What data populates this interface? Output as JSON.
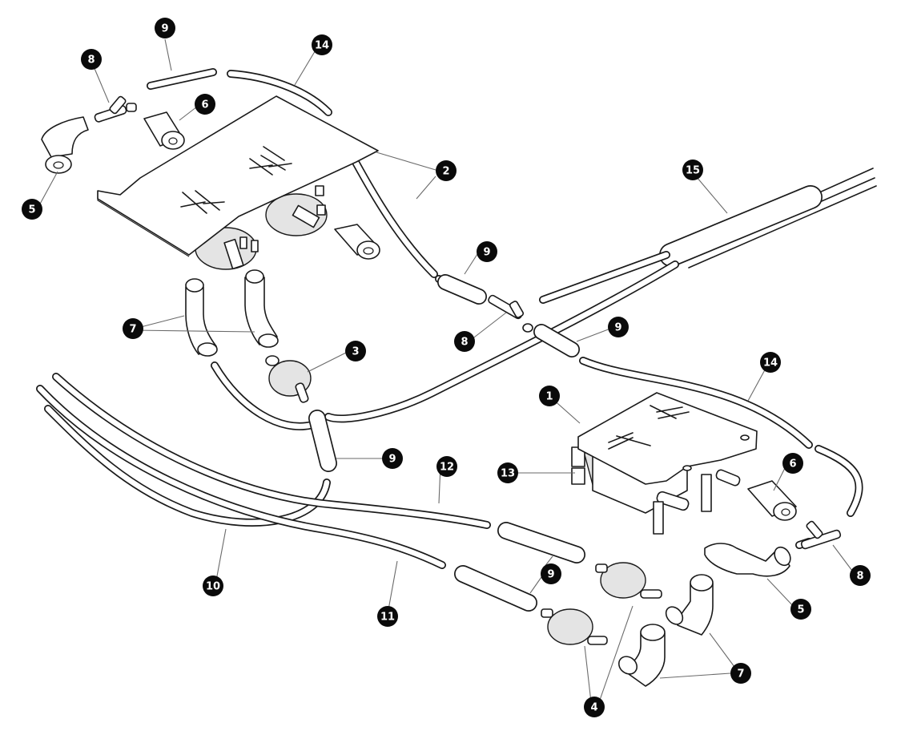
{
  "diagram": {
    "part_callouts": [
      {
        "id": "callout-1",
        "label": "1"
      },
      {
        "id": "callout-2",
        "label": "2"
      },
      {
        "id": "callout-3",
        "label": "3"
      },
      {
        "id": "callout-4",
        "label": "4"
      },
      {
        "id": "callout-5a",
        "label": "5"
      },
      {
        "id": "callout-5b",
        "label": "5"
      },
      {
        "id": "callout-6a",
        "label": "6"
      },
      {
        "id": "callout-6b",
        "label": "6"
      },
      {
        "id": "callout-7a",
        "label": "7"
      },
      {
        "id": "callout-7b",
        "label": "7"
      },
      {
        "id": "callout-8a",
        "label": "8"
      },
      {
        "id": "callout-8b",
        "label": "8"
      },
      {
        "id": "callout-8c",
        "label": "8"
      },
      {
        "id": "callout-9a",
        "label": "9"
      },
      {
        "id": "callout-9b",
        "label": "9"
      },
      {
        "id": "callout-9c",
        "label": "9"
      },
      {
        "id": "callout-9d",
        "label": "9"
      },
      {
        "id": "callout-9e",
        "label": "9"
      },
      {
        "id": "callout-10",
        "label": "10"
      },
      {
        "id": "callout-11",
        "label": "11"
      },
      {
        "id": "callout-12",
        "label": "12"
      },
      {
        "id": "callout-13",
        "label": "13"
      },
      {
        "id": "callout-14a",
        "label": "14"
      },
      {
        "id": "callout-14b",
        "label": "14"
      },
      {
        "id": "callout-15",
        "label": "15"
      }
    ],
    "colors": {
      "ink": "#1a1a1a",
      "badge": "#0a0a0a",
      "badge_text": "#ffffff",
      "background": "#ffffff"
    }
  }
}
